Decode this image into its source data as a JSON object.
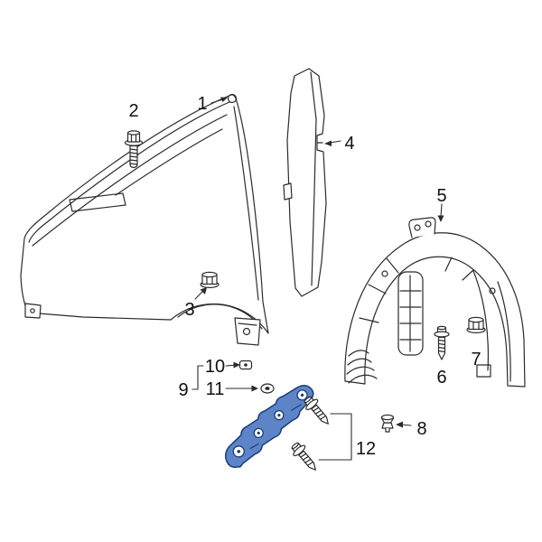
{
  "diagram": {
    "colors": {
      "background": "#ffffff",
      "line": "#2b2b2b",
      "text": "#111111",
      "highlight_fill": "#5d84c6",
      "highlight_stroke": "#1b3d78",
      "highlight_detail": "#ffffff"
    },
    "part_labels": [
      "1",
      "2",
      "3",
      "4",
      "5",
      "6",
      "7",
      "8",
      "9",
      "10",
      "11",
      "12"
    ]
  }
}
